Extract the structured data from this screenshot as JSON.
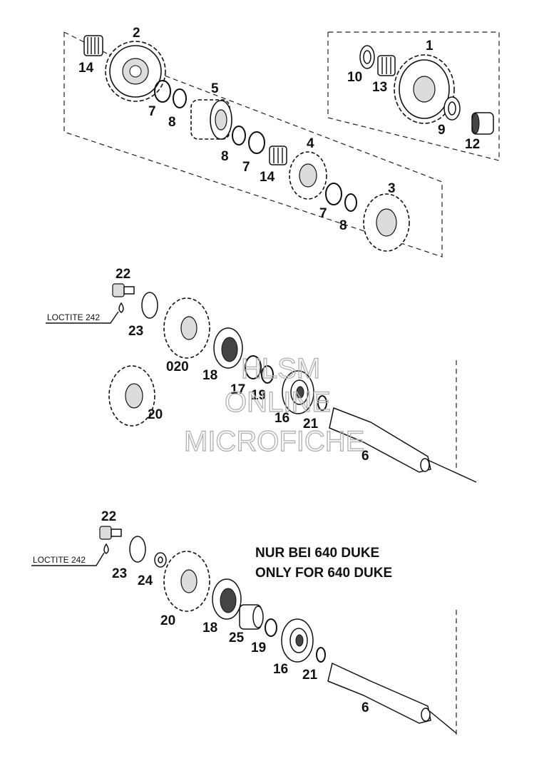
{
  "watermark": {
    "line1": "HLSM",
    "line2": "ONLINE",
    "line3": "MICROFICHE"
  },
  "labels": {
    "l1": "1",
    "l2": "2",
    "l3": "3",
    "l4": "4",
    "l5": "5",
    "l7a": "7",
    "l7b": "7",
    "l7c": "7",
    "l8a": "8",
    "l8b": "8",
    "l8c": "8",
    "l9": "9",
    "l10": "10",
    "l12": "12",
    "l13": "13",
    "l14a": "14",
    "l14b": "14",
    "l22a": "22",
    "l23a": "23",
    "l020": "020",
    "l18a": "18",
    "l17": "17",
    "l19a": "19",
    "l16a": "16",
    "l21a": "21",
    "l20a": "20",
    "l6a": "6",
    "l22b": "22",
    "l23b": "23",
    "l24": "24",
    "l20b": "20",
    "l18b": "18",
    "l25": "25",
    "l19b": "19",
    "l16b": "16",
    "l21b": "21",
    "l6b": "6"
  },
  "loctite_a": "LOCTITE 242",
  "loctite_b": "LOCTITE 242",
  "note": {
    "de": "NUR BEI 640 DUKE",
    "en": "ONLY FOR 640 DUKE"
  }
}
